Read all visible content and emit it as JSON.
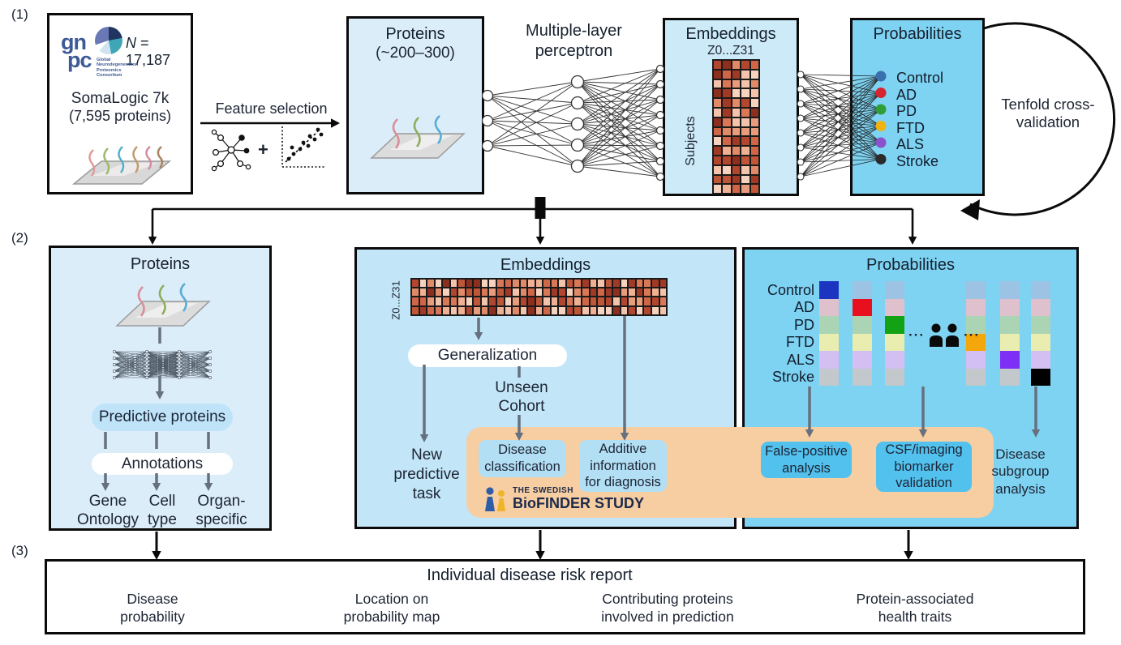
{
  "section_labels": {
    "s1": "(1)",
    "s2": "(2)",
    "s3": "(3)"
  },
  "colors": {
    "light_blue_box": "#dcedfa",
    "embed_blue_box": "#cdeaf8",
    "mid_blue_box": "#c2e6f8",
    "bright_blue_box": "#7ed3f2",
    "inner_pill_blue": "#bfe4fa",
    "inner_box_blue_light": "#b3dff5",
    "inner_box_blue_sat": "#52c1ee",
    "orange_band": "#f7cda2",
    "gray_arrow": "#66707e",
    "black_line": "#0a0a0a"
  },
  "top": {
    "gnpc": {
      "logo_gn": "gn",
      "logo_pc": "pc",
      "consortium_lines": [
        "Global",
        "Neurodegeneration",
        "Proteomics",
        "Consortium"
      ],
      "n_prefix": "N",
      "n_rest": " = 17,187",
      "line1": "SomaLogic 7k",
      "line2": "(7,595 proteins)"
    },
    "feature_selection": {
      "label": "Feature selection",
      "plus": "+"
    },
    "proteins_box": {
      "title": "Proteins",
      "subtitle": "(~200–300)"
    },
    "mlp_label": [
      "Multiple-layer",
      "perceptron"
    ],
    "embeddings_box": {
      "title": "Embeddings",
      "z_label": "Z0...Z31",
      "side_label": "Subjects"
    },
    "probabilities_box": {
      "title": "Probabilities",
      "classes": [
        {
          "label": "Control",
          "dot": "#3a6fae"
        },
        {
          "label": "AD",
          "dot": "#d6252e"
        },
        {
          "label": "PD",
          "dot": "#2f9e39"
        },
        {
          "label": "FTD",
          "dot": "#f0b312"
        },
        {
          "label": "ALS",
          "dot": "#8a52cc"
        },
        {
          "label": "Stroke",
          "dot": "#2a2a2a"
        }
      ]
    },
    "tenfold": [
      "Tenfold cross-",
      "validation"
    ]
  },
  "middle": {
    "proteins": {
      "title": "Proteins",
      "predictive": "Predictive proteins",
      "annotations": "Annotations",
      "outputs": [
        [
          "Gene",
          "Ontology"
        ],
        [
          "Cell",
          "type"
        ],
        [
          "Organ-",
          "specific"
        ]
      ]
    },
    "embeddings": {
      "title": "Embeddings",
      "z_label": "Z0...Z31",
      "generalization": "Generalization",
      "unseen": [
        "Unseen",
        "Cohort"
      ],
      "new_task": [
        "New",
        "predictive",
        "task"
      ],
      "disease_class": [
        "Disease",
        "classification"
      ],
      "additive": [
        "Additive",
        "information",
        "for diagnosis"
      ],
      "biofinder_top": "THE SWEDISH",
      "biofinder_main": "BioFINDER STUDY"
    },
    "probabilities": {
      "title": "Probabilities",
      "rows": [
        "Control",
        "AD",
        "PD",
        "FTD",
        "ALS",
        "Stroke"
      ],
      "muted": [
        "#9cc3e4",
        "#dfc0cd",
        "#abd4b4",
        "#e9edaf",
        "#d3bff2",
        "#c2c8cb"
      ],
      "bright": [
        "#1b35c0",
        "#e8101e",
        "#12a213",
        "#f3a70a",
        "#7e2ff5",
        "#000000"
      ],
      "dots": "···",
      "outputs": {
        "false_positive": [
          "False-positive",
          "analysis"
        ],
        "csf": [
          "CSF/imaging",
          "biomarker",
          "validation"
        ],
        "subgroup": [
          "Disease",
          "subgroup",
          "analysis"
        ]
      }
    }
  },
  "bottom": {
    "title": "Individual disease risk report",
    "items": [
      [
        "Disease",
        "probability"
      ],
      [
        "Location on",
        "probability map"
      ],
      [
        "Contributing proteins",
        "involved in prediction"
      ],
      [
        "Protein-associated",
        "health traits"
      ]
    ]
  }
}
